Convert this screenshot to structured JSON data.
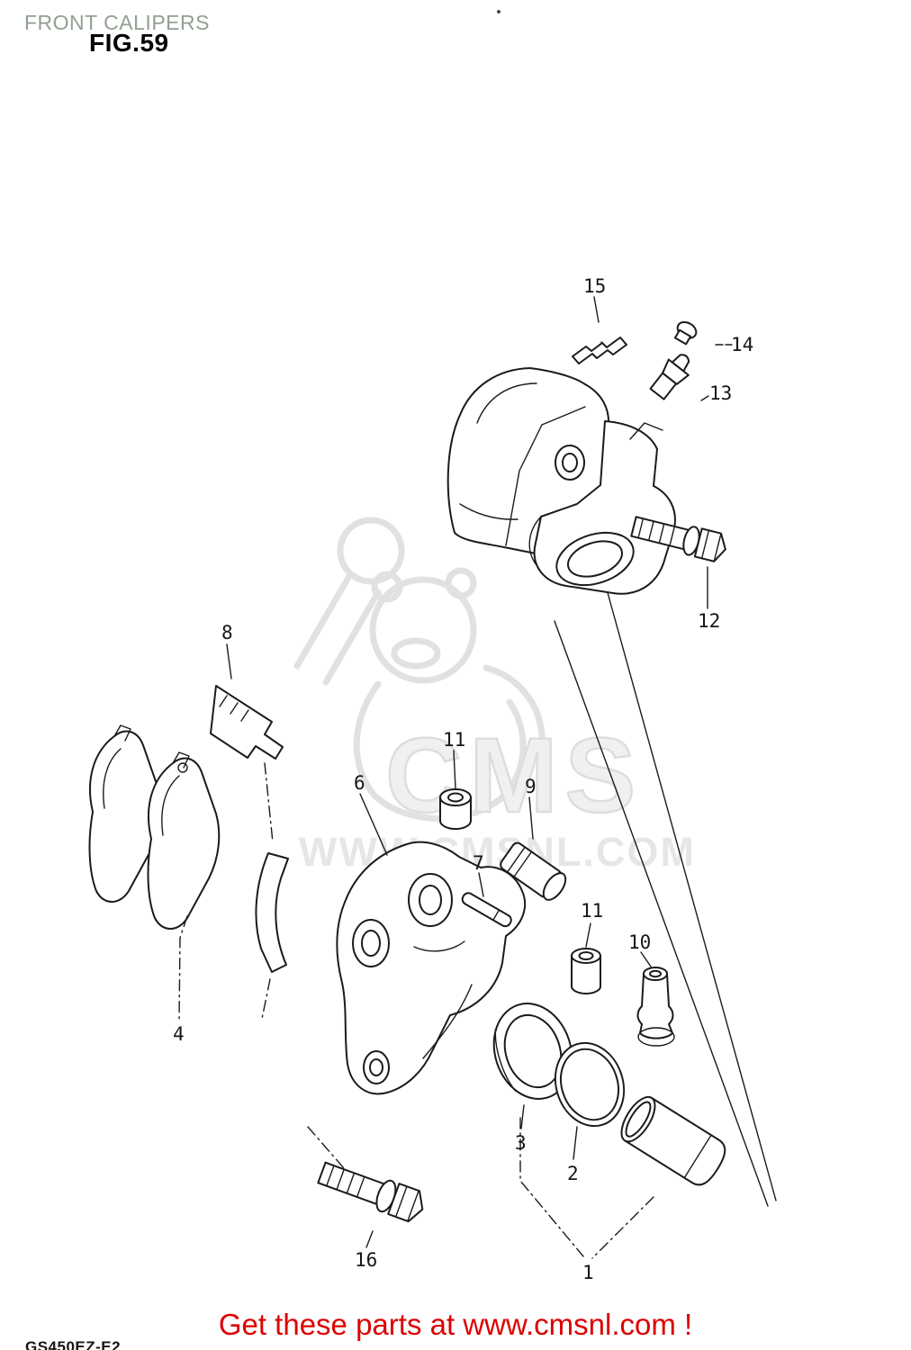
{
  "page": {
    "title": "FRONT CALIPERS",
    "figure_label": "FIG.59"
  },
  "watermark": {
    "brand": "CMS",
    "url": "WWW.CMSNL.COM"
  },
  "footer": {
    "model_code": "GS450EZ-E2",
    "promo_text": "Get these parts at www.cmsnl.com !",
    "promo_color": "#dd0000"
  },
  "diagram": {
    "description": "Exploded parts view of motorcycle front brake caliper assembly",
    "ink_color": "#1b1b1b",
    "labels": [
      {
        "num": "15"
      },
      {
        "num": "14"
      },
      {
        "num": "13"
      },
      {
        "num": "12"
      },
      {
        "num": "8"
      },
      {
        "num": "11"
      },
      {
        "num": "9"
      },
      {
        "num": "6"
      },
      {
        "num": "7"
      },
      {
        "num": "11"
      },
      {
        "num": "10"
      },
      {
        "num": "4"
      },
      {
        "num": "3"
      },
      {
        "num": "2"
      },
      {
        "num": "16"
      },
      {
        "num": "1"
      }
    ]
  }
}
